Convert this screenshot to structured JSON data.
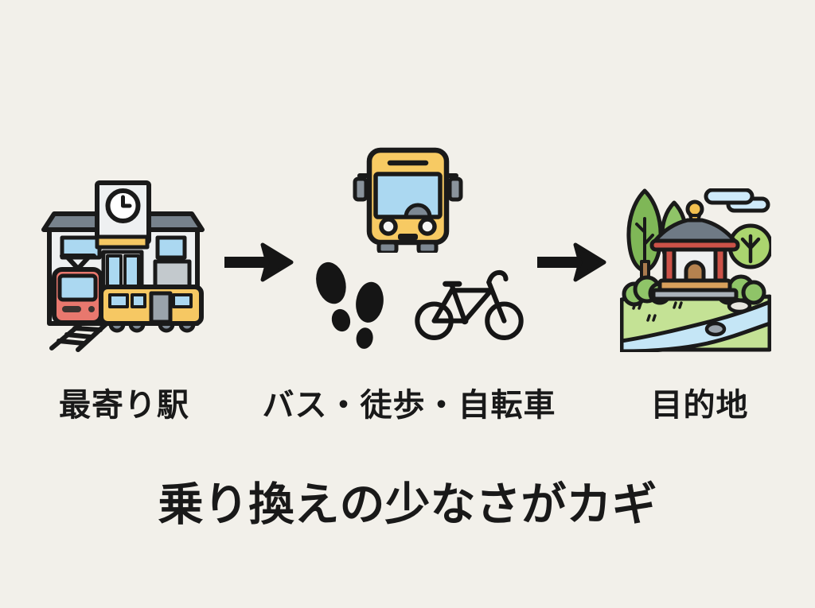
{
  "background_color": "#f2f0ea",
  "text_color": "#191919",
  "flow": {
    "steps": [
      {
        "label": "最寄り駅",
        "icon": "train-station-icon"
      },
      {
        "label": "バス・徒歩・自転車",
        "icons": [
          "bus-icon",
          "footsteps-icon",
          "bicycle-icon"
        ]
      },
      {
        "label": "目的地",
        "icon": "temple-destination-icon"
      }
    ],
    "connector_icon": "right-arrow-icon"
  },
  "headline": "乗り換えの少なさがカギ",
  "palette": {
    "outline": "#1a1a1a",
    "icon_yellow": "#f6c863",
    "window_blue": "#abd8f1",
    "coral_red_train": "#e8786e",
    "temple_red": "#cc5248",
    "roof_gray": "#77828c",
    "wheel_gray": "#7d8893",
    "tree_green": "#7fb757",
    "bush_green": "#8fc468",
    "light_tree_green": "#abd56f",
    "ground_green": "#c4e295",
    "river_blue": "#c5e6f6",
    "cloud_blue": "#cfeafa",
    "wood_brown": "#b5824f",
    "base_tan": "#d8a05c"
  }
}
